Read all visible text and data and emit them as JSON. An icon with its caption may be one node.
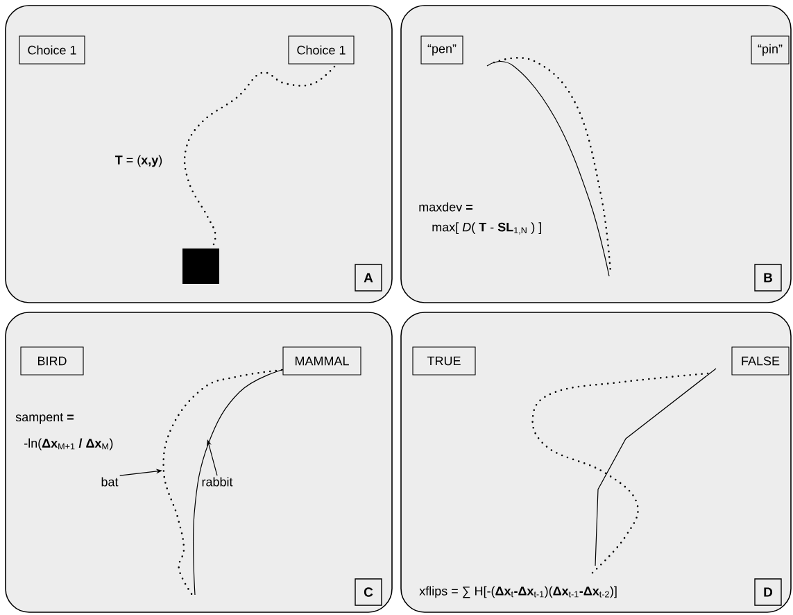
{
  "diagram": {
    "nodes": [
      {
        "text": [],
        "shape": "box"
      },
      {
        "text": [
          "Choice 1"
        ],
        "in": 0
      },
      {
        "text": [
          "Choice 1"
        ],
        "in": 0
      },
      {
        "text": [
          "A"
        ],
        "in": 0
      },
      {
        "text": [],
        "shape": "box"
      },
      {
        "text": [
          "“pen”"
        ],
        "in": 4
      },
      {
        "text": [
          "“pin”"
        ],
        "in": 4
      },
      {
        "text": [
          "B"
        ],
        "in": 4
      },
      {
        "text": [],
        "shape": "box"
      },
      {
        "text": [
          "BIRD"
        ],
        "in": 8
      },
      {
        "text": [
          "MAMMAL"
        ],
        "in": 8
      },
      {
        "text": [
          "bat"
        ],
        "in": 8
      },
      {
        "text": [
          "rabbit"
        ],
        "in": 8
      },
      {
        "text": [
          "C"
        ],
        "in": 8
      },
      {
        "text": [],
        "shape": "box"
      },
      {
        "text": [
          "TRUE"
        ],
        "in": 14
      },
      {
        "text": [
          "FALSE"
        ],
        "in": 14
      },
      {
        "text": [
          "D"
        ],
        "in": 14
      }
    ],
    "edges": [
      {
        "from": 11,
        "to": null,
        "arrow": "to"
      },
      {
        "from": 12,
        "to": null,
        "arrow": "to"
      }
    ],
    "labels": [
      "**T** = (**x,y**)",
      "maxdev **=**",
      "max[ *D*( **T** - **SL**$_{1,N}$ ) ]",
      "sampent **=**",
      "-ln(**Δx**$_{M+1}$ **/ Δx**$_{M}$)",
      "xflips = ∑ H[-(**Δx**$_{t}$**-Δx**$_{t-1}$)(**Δx**$_{t-1}$**-Δx**$_{t-2}$)]"
    ]
  }
}
